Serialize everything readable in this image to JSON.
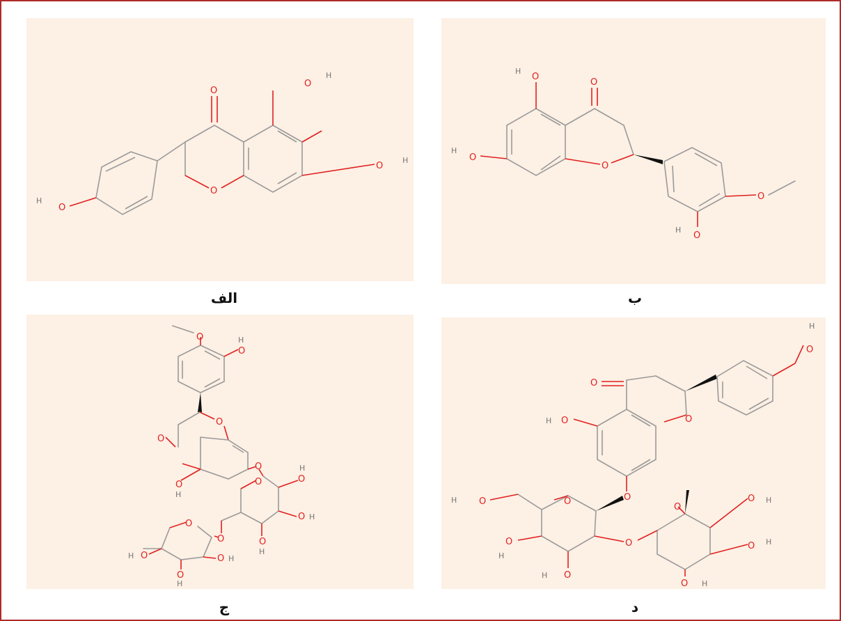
{
  "panels": {
    "a": {
      "caption": "الف"
    },
    "b": {
      "caption": "ب"
    },
    "c": {
      "caption": "ج"
    },
    "d": {
      "caption": "د"
    }
  },
  "atom_labels": {
    "oxygen": "O",
    "hydrogen": "H"
  },
  "colors": {
    "panel_bg": "#fdf0e4",
    "frame": "#b02a2a",
    "oxygen": "#e02020",
    "bond": "#9a9a9a"
  }
}
